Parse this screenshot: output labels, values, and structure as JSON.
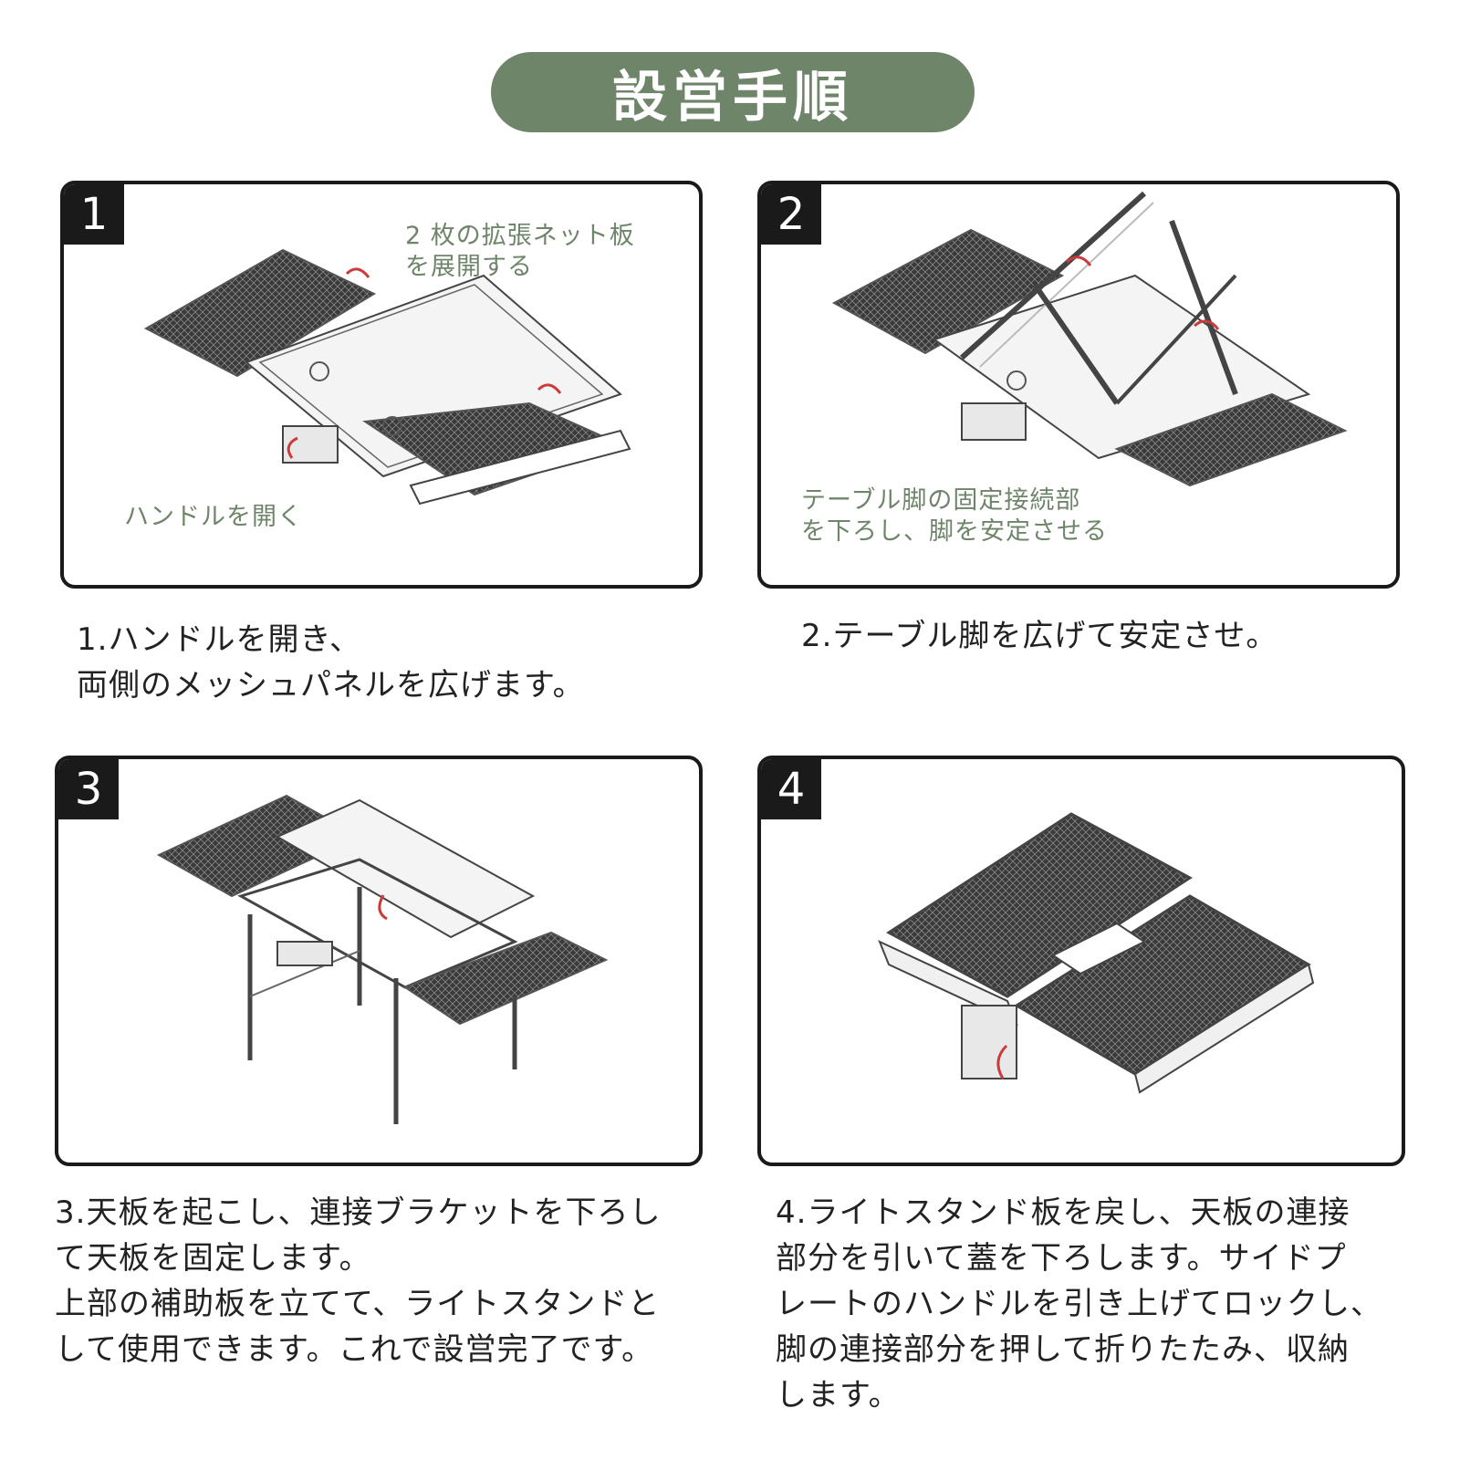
{
  "title": "設営手順",
  "accent_color": "#6f856a",
  "steps": [
    {
      "number": "1",
      "notes": [
        "2 枚の拡張ネット板\nを展開する",
        "ハンドルを開く"
      ],
      "caption": "1.ハンドルを開き、\n両側のメッシュパネルを広げます。",
      "illustration": "folded-table-with-mesh-panels-unfolding"
    },
    {
      "number": "2",
      "notes": [
        "テーブル脚の固定接続部\nを下ろし、脚を安定させる"
      ],
      "caption": "2.テーブル脚を広げて安定させ。",
      "illustration": "table-legs-unfolding"
    },
    {
      "number": "3",
      "notes": [],
      "caption": "3.天板を起こし、連接ブラケットを下ろし\nて天板を固定します。\n上部の補助板を立てて、ライトスタンドと\nして使用できます。これで設営完了です。",
      "illustration": "table-standing-with-light-stand"
    },
    {
      "number": "4",
      "notes": [],
      "caption": "4.ライトスタンド板を戻し、天板の連接\n部分を引いて蓋を下ろします。サイドプ\nレートのハンドルを引き上げてロックし、\n脚の連接部分を押して折りたたみ、収納\nします。",
      "illustration": "table-folded-for-storage"
    }
  ]
}
